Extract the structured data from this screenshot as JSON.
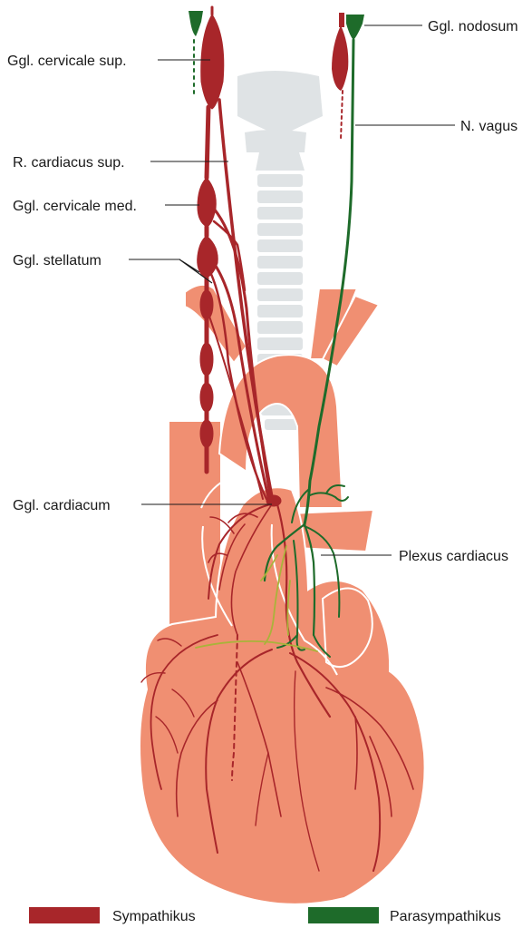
{
  "labels": {
    "ggl_cervicale_sup": "Ggl. cervicale sup.",
    "r_cardiacus_sup": "R. cardiacus sup.",
    "ggl_cervicale_med": "Ggl. cervicale med.",
    "ggl_stellatum": "Ggl. stellatum",
    "ggl_cardiacum": "Ggl. cardiacum",
    "ggl_nodosum": "Ggl. nodosum",
    "n_vagus": "N. vagus",
    "plexus_cardiacus": "Plexus cardiacus"
  },
  "legend": [
    {
      "label": "Sympathikus",
      "color": "#a8262a"
    },
    {
      "label": "Parasympathikus",
      "color": "#1e6b2a"
    }
  ],
  "colors": {
    "heart": "#f08f72",
    "heart_shade": "#e8806a",
    "vertebra": "#dfe3e5",
    "sympathetic": "#a8262a",
    "parasympathetic": "#1e6b2a",
    "plexus_light": "#a9b33a"
  }
}
